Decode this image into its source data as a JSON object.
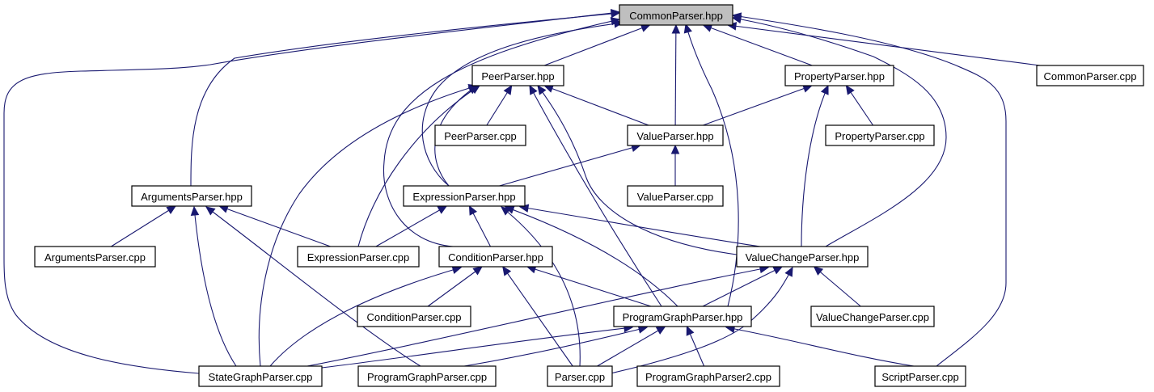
{
  "graph": {
    "title": "CommonParser.hpp include dependency graph",
    "colors": {
      "edge": "#191970",
      "node_border": "#000000",
      "root_fill": "#bfbfbf",
      "node_fill": "#ffffff"
    },
    "nodes": [
      {
        "id": "commonparser_hpp",
        "label": "CommonParser.hpp",
        "root": true
      },
      {
        "id": "peerparser_hpp",
        "label": "PeerParser.hpp"
      },
      {
        "id": "propertyparser_hpp",
        "label": "PropertyParser.hpp"
      },
      {
        "id": "commonparser_cpp",
        "label": "CommonParser.cpp"
      },
      {
        "id": "peerparser_cpp",
        "label": "PeerParser.cpp"
      },
      {
        "id": "valueparser_hpp",
        "label": "ValueParser.hpp"
      },
      {
        "id": "propertyparser_cpp",
        "label": "PropertyParser.cpp"
      },
      {
        "id": "argumentsparser_hpp",
        "label": "ArgumentsParser.hpp"
      },
      {
        "id": "expressionparser_hpp",
        "label": "ExpressionParser.hpp"
      },
      {
        "id": "valueparser_cpp",
        "label": "ValueParser.cpp"
      },
      {
        "id": "argumentsparser_cpp",
        "label": "ArgumentsParser.cpp"
      },
      {
        "id": "expressionparser_cpp",
        "label": "ExpressionParser.cpp"
      },
      {
        "id": "conditionparser_hpp",
        "label": "ConditionParser.hpp"
      },
      {
        "id": "valuechangeparser_hpp",
        "label": "ValueChangeParser.hpp"
      },
      {
        "id": "conditionparser_cpp",
        "label": "ConditionParser.cpp"
      },
      {
        "id": "programgraphparser_hpp",
        "label": "ProgramGraphParser.hpp"
      },
      {
        "id": "valuechangeparser_cpp",
        "label": "ValueChangeParser.cpp"
      },
      {
        "id": "stategraphparser_cpp",
        "label": "StateGraphParser.cpp"
      },
      {
        "id": "programgraphparser_cpp",
        "label": "ProgramGraphParser.cpp"
      },
      {
        "id": "parser_cpp",
        "label": "Parser.cpp"
      },
      {
        "id": "programgraphparser2_cpp",
        "label": "ProgramGraphParser2.cpp"
      },
      {
        "id": "scriptparser_cpp",
        "label": "ScriptParser.cpp"
      }
    ],
    "edges": [
      {
        "from": "peerparser_hpp",
        "to": "commonparser_hpp"
      },
      {
        "from": "propertyparser_hpp",
        "to": "commonparser_hpp"
      },
      {
        "from": "commonparser_cpp",
        "to": "commonparser_hpp"
      },
      {
        "from": "valueparser_hpp",
        "to": "commonparser_hpp"
      },
      {
        "from": "argumentsparser_hpp",
        "to": "commonparser_hpp"
      },
      {
        "from": "expressionparser_hpp",
        "to": "commonparser_hpp"
      },
      {
        "from": "conditionparser_hpp",
        "to": "commonparser_hpp"
      },
      {
        "from": "valuechangeparser_hpp",
        "to": "commonparser_hpp"
      },
      {
        "from": "programgraphparser_hpp",
        "to": "commonparser_hpp"
      },
      {
        "from": "stategraphparser_cpp",
        "to": "commonparser_hpp"
      },
      {
        "from": "scriptparser_cpp",
        "to": "commonparser_hpp"
      },
      {
        "from": "peerparser_cpp",
        "to": "peerparser_hpp"
      },
      {
        "from": "valueparser_hpp",
        "to": "peerparser_hpp"
      },
      {
        "from": "expressionparser_hpp",
        "to": "peerparser_hpp"
      },
      {
        "from": "expressionparser_cpp",
        "to": "peerparser_hpp"
      },
      {
        "from": "stategraphparser_cpp",
        "to": "peerparser_hpp"
      },
      {
        "from": "programgraphparser_hpp",
        "to": "peerparser_hpp"
      },
      {
        "from": "valuechangeparser_hpp",
        "to": "peerparser_hpp"
      },
      {
        "from": "valueparser_hpp",
        "to": "propertyparser_hpp"
      },
      {
        "from": "propertyparser_cpp",
        "to": "propertyparser_hpp"
      },
      {
        "from": "valuechangeparser_hpp",
        "to": "propertyparser_hpp"
      },
      {
        "from": "expressionparser_hpp",
        "to": "valueparser_hpp"
      },
      {
        "from": "valueparser_cpp",
        "to": "valueparser_hpp"
      },
      {
        "from": "argumentsparser_cpp",
        "to": "argumentsparser_hpp"
      },
      {
        "from": "expressionparser_cpp",
        "to": "argumentsparser_hpp"
      },
      {
        "from": "stategraphparser_cpp",
        "to": "argumentsparser_hpp"
      },
      {
        "from": "programgraphparser_cpp",
        "to": "argumentsparser_hpp"
      },
      {
        "from": "expressionparser_cpp",
        "to": "expressionparser_hpp"
      },
      {
        "from": "conditionparser_hpp",
        "to": "expressionparser_hpp"
      },
      {
        "from": "valuechangeparser_hpp",
        "to": "expressionparser_hpp"
      },
      {
        "from": "programgraphparser_hpp",
        "to": "expressionparser_hpp"
      },
      {
        "from": "parser_cpp",
        "to": "expressionparser_hpp"
      },
      {
        "from": "conditionparser_cpp",
        "to": "conditionparser_hpp"
      },
      {
        "from": "stategraphparser_cpp",
        "to": "conditionparser_hpp"
      },
      {
        "from": "programgraphparser_hpp",
        "to": "conditionparser_hpp"
      },
      {
        "from": "parser_cpp",
        "to": "conditionparser_hpp"
      },
      {
        "from": "programgraphparser_hpp",
        "to": "valuechangeparser_hpp"
      },
      {
        "from": "valuechangeparser_cpp",
        "to": "valuechangeparser_hpp"
      },
      {
        "from": "stategraphparser_cpp",
        "to": "valuechangeparser_hpp"
      },
      {
        "from": "parser_cpp",
        "to": "valuechangeparser_hpp"
      },
      {
        "from": "stategraphparser_cpp",
        "to": "programgraphparser_hpp"
      },
      {
        "from": "programgraphparser_cpp",
        "to": "programgraphparser_hpp"
      },
      {
        "from": "parser_cpp",
        "to": "programgraphparser_hpp"
      },
      {
        "from": "programgraphparser2_cpp",
        "to": "programgraphparser_hpp"
      },
      {
        "from": "scriptparser_cpp",
        "to": "programgraphparser_hpp"
      }
    ]
  }
}
